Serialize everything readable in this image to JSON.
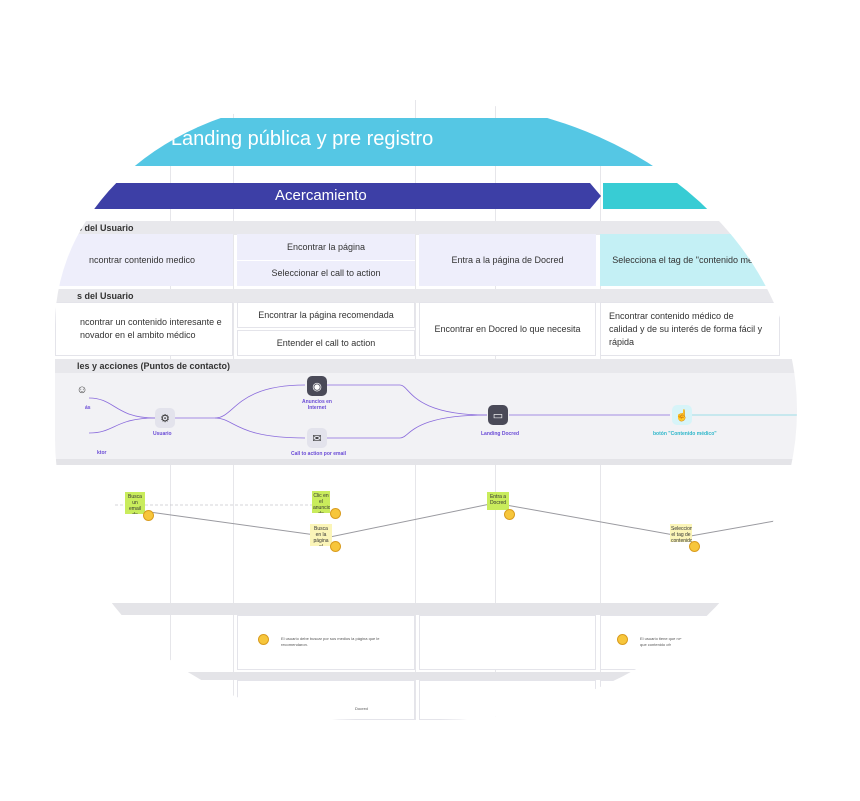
{
  "board": {
    "title": "nap Landing pública y pre registro",
    "stage_primary": "Acercamiento"
  },
  "sections": {
    "needs_header": "s del Usuario",
    "goals_header": "s del Usuario",
    "channels_header": "les y acciones (Puntos de contacto)"
  },
  "needs": [
    "ncontrar contenido medico",
    "Encontrar la página",
    "Seleccionar el call to action",
    "Entra a la página de Docred",
    "Selecciona el tag de \"contenido médico\""
  ],
  "goals": [
    "ncontrar un contenido interesante e\nnovador en el ambito médico",
    "Encontrar la página recomendada",
    "Entender el call to action",
    "Encontrar en Docred lo que necesita",
    "Encontrar contenido médico de\ncalidad y de su interés de forma fácil y\nrápida"
  ],
  "touchpoints": {
    "usuario": "Usuario",
    "anuncios": "Anuncios en Internet",
    "cta_email": "Call to action por email",
    "landing": "Landing Docred",
    "boton": "botón \"Contenido médico\"",
    "left_top": "ás",
    "left_bottom": "ktor"
  },
  "stickies": [
    "Busca un email de Docred",
    "Clic en el anuncio de Docred",
    "Entra a Docred",
    "Busca en la página el contenido",
    "Selecciona el tag de contenido"
  ],
  "pain_points": [
    "El usuario debe buscar por sus medios la página que le recomendaron.",
    "El usuario tiene que navegar para encontrar que contenido ofr"
  ],
  "footer_fragments": [
    "Docred",
    "Docred ofr\nUnicr"
  ],
  "icons": [
    "head-icon",
    "user-cog-icon",
    "internet-ads-icon",
    "email-action-icon",
    "monitor-icon",
    "pointer-click-icon",
    "smiley-icon"
  ],
  "colors": {
    "title_band": "#55c7e4",
    "stage_primary": "#3d3fa6",
    "stage_secondary": "#38ccd4",
    "connector": "#8a6bdc",
    "sticky": "#c9ec5c"
  }
}
